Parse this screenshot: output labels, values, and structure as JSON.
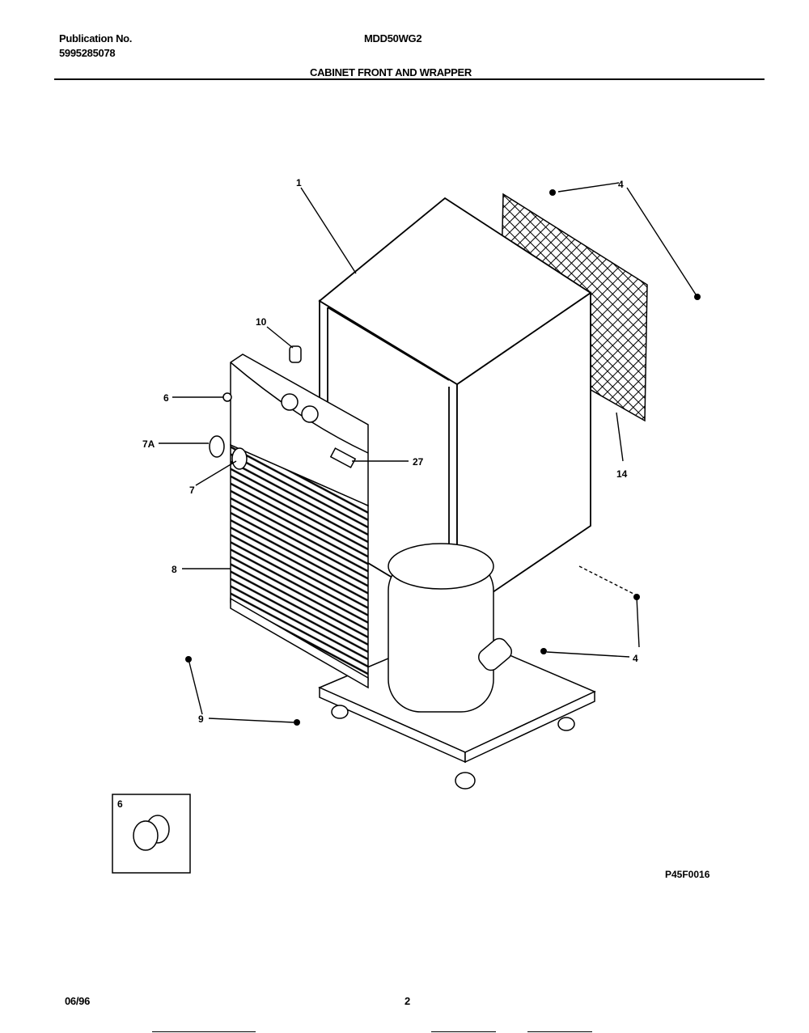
{
  "header": {
    "publication_label": "Publication No.",
    "publication_number": "5995285078",
    "model": "MDD50WG2",
    "section_title": "CABINET FRONT AND WRAPPER"
  },
  "diagram": {
    "callouts": {
      "cabinet": "1",
      "screw_top": "4",
      "screw_bottom": "4",
      "screw_clip": "10",
      "plug": "6",
      "knob_7a": "7A",
      "knob_7": "7",
      "label_27": "27",
      "filter": "14",
      "grille": "8",
      "screw_9": "9"
    },
    "inset_label": "6",
    "figure_code": "P45F0016"
  },
  "footer": {
    "date": "06/96",
    "page": "2"
  }
}
